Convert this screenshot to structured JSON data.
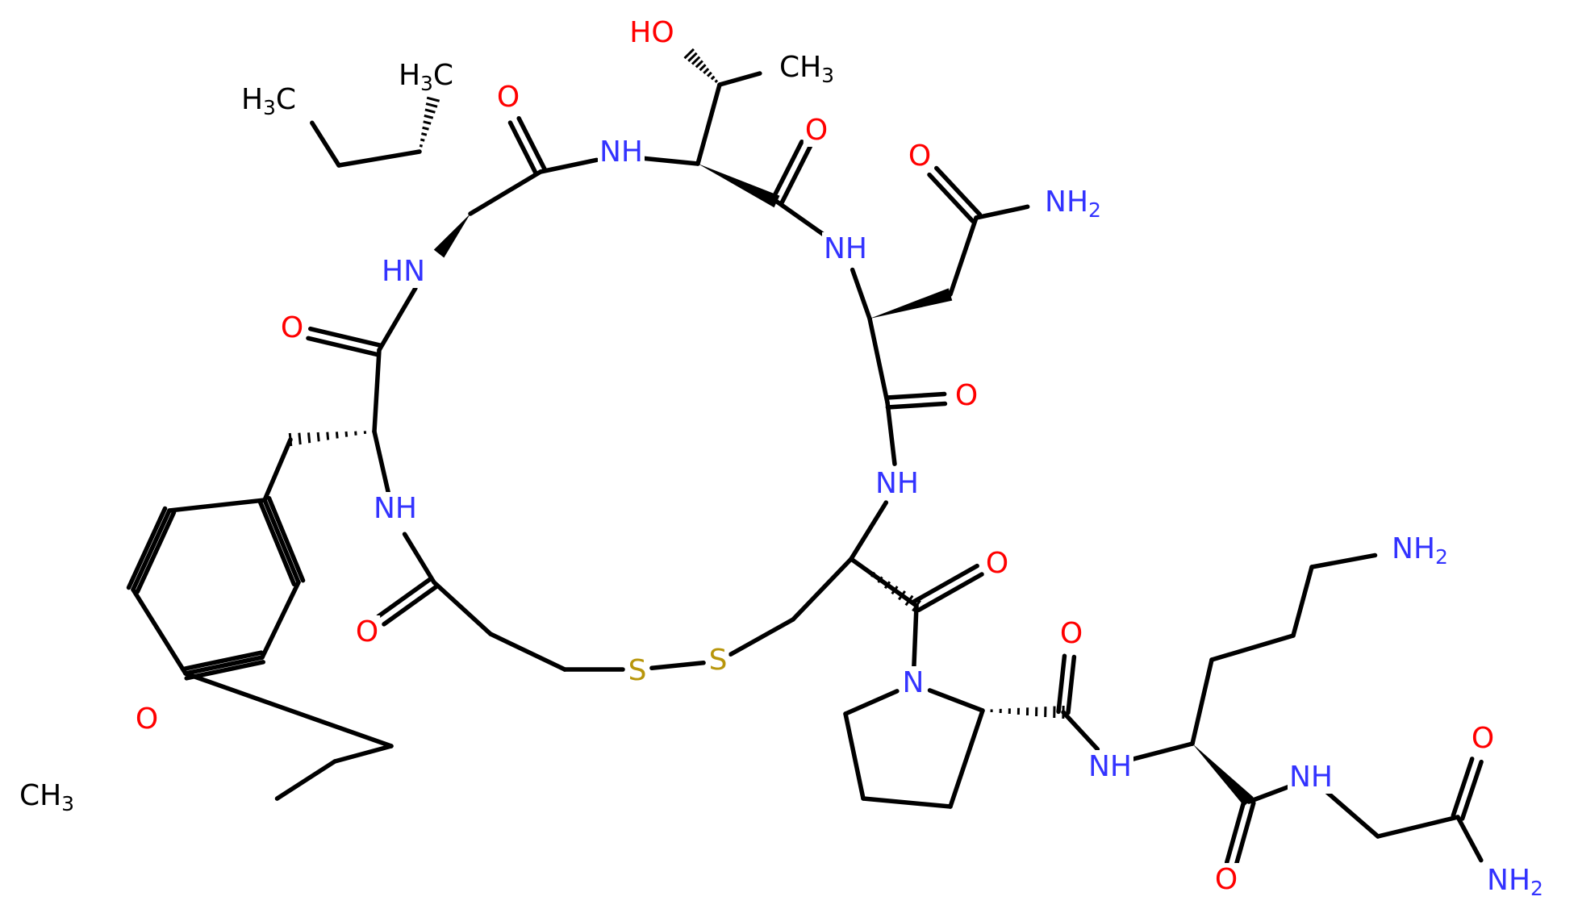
{
  "colors": {
    "bond": "#000000",
    "O": "#ff0000",
    "N": "#3333ff",
    "S": "#b8960b",
    "C": "#000000"
  },
  "labels": {
    "ho": [
      "HO"
    ],
    "ch3_thr": [
      "CH",
      "3"
    ],
    "h3c_ile_top": [
      "H",
      "3",
      "C"
    ],
    "h3c_ile_left": [
      "H",
      "3",
      "C"
    ],
    "o_ile": [
      "O"
    ],
    "nh_thr": [
      "NH"
    ],
    "o_thr": [
      "O"
    ],
    "o_asn_side": [
      "O"
    ],
    "nh2_asn": [
      "NH",
      "2"
    ],
    "nh_ile": [
      "HN"
    ],
    "nh_asn": [
      "NH"
    ],
    "o_tyr": [
      "O"
    ],
    "o_asn": [
      "O"
    ],
    "nh_tyr": [
      "NH"
    ],
    "nh_cys": [
      "NH"
    ],
    "o_mpa": [
      "O"
    ],
    "o_cys": [
      "O"
    ],
    "nh2_orn": [
      "NH",
      "2"
    ],
    "o_pro": [
      "O"
    ],
    "s1": [
      "S"
    ],
    "s2": [
      "S"
    ],
    "n_pro": [
      "N"
    ],
    "o_ether": [
      "O"
    ],
    "ch3_ethyl": [
      "CH",
      "3"
    ],
    "nh_orn": [
      "NH"
    ],
    "nh_gly": [
      "NH"
    ],
    "o_gly": [
      "O"
    ],
    "o_orn": [
      "O"
    ],
    "nh2_gly": [
      "NH",
      "2"
    ]
  }
}
